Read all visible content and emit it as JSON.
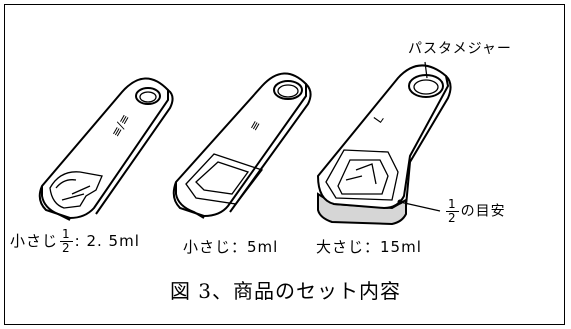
{
  "callouts": {
    "measure_name": "パスタメジャー",
    "half_guide": {
      "numerator": "1",
      "denominator": "2",
      "suffix": "の目安"
    }
  },
  "spoon_marks": {
    "small": "≡/≡",
    "medium": "≡",
    "large": "L"
  },
  "labels": {
    "small": {
      "prefix": "小さじ",
      "numerator": "1",
      "denominator": "2",
      "suffix": ": 2. 5ml"
    },
    "medium": "小さじ：5ml",
    "large": "大さじ：15ml"
  },
  "caption": "図 3、商品のセット内容",
  "colors": {
    "half_fill": "#d6d6d6"
  }
}
